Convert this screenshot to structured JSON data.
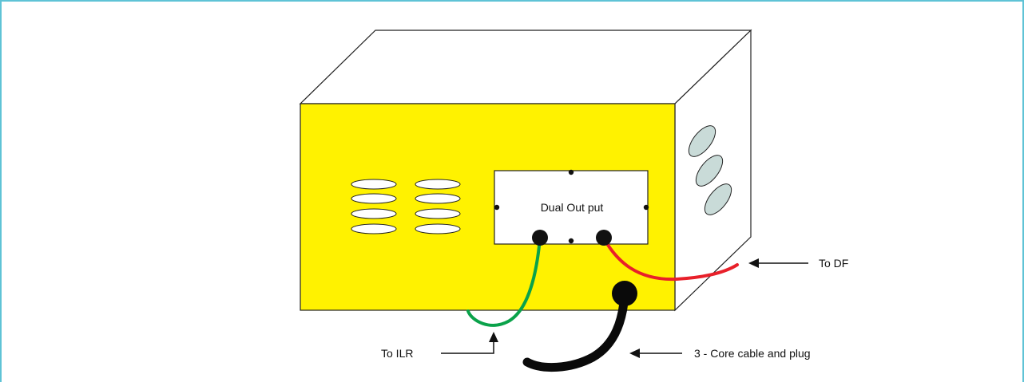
{
  "diagram": {
    "panel_label": "Dual Out put",
    "labels": {
      "to_df": "To DF",
      "to_ilr": "To ILR",
      "cable": "3 - Core cable and plug"
    },
    "colors": {
      "box_front": "#fff200",
      "box_sides": "#ffffff",
      "outline": "#222222",
      "side_vents": "#c9dbd8",
      "green_wire": "#0aa24a",
      "red_wire": "#e8202a",
      "power_cable": "#0a0a0a",
      "frame_border": "#5fc3d6"
    },
    "icons": {
      "arrow": "arrow-icon",
      "vent": "vent-slot-icon",
      "screw": "screw-dot-icon"
    }
  }
}
